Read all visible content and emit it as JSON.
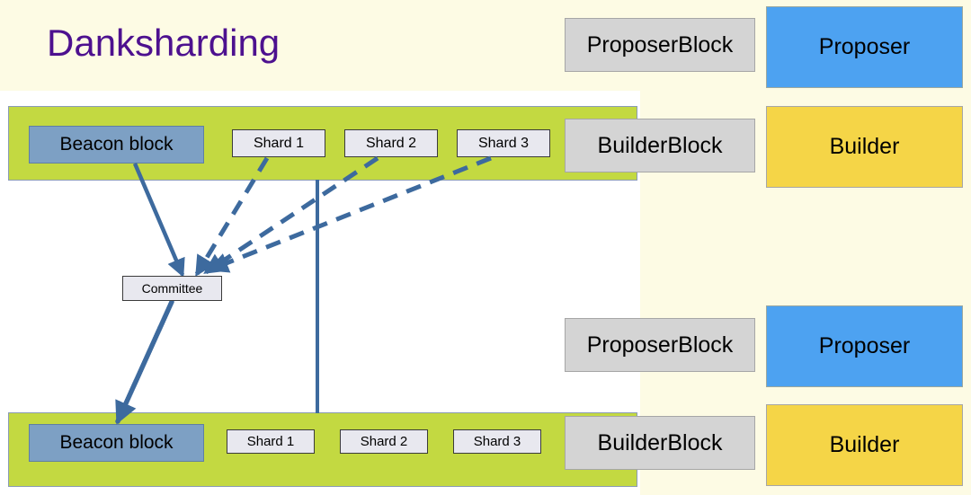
{
  "title": "Danksharding",
  "colors": {
    "title_text": "#4d118f",
    "cream_background": "#fdfbe4",
    "slot_row_green": "#c3d941",
    "beacon_block_blue": "#7da0c4",
    "shard_grey": "#e8e8ef",
    "block_grey": "#d4d4d4",
    "proposer_blue": "#4da2f1",
    "builder_yellow": "#f5d547",
    "arrow_blue": "#3d6a9e"
  },
  "slots": [
    {
      "name": "top-slot",
      "beacon_block_label": "Beacon block",
      "shards": [
        "Shard 1",
        "Shard 2",
        "Shard 3"
      ],
      "proposer_block_label": "ProposerBlock",
      "proposer_label": "Proposer",
      "builder_block_label": "BuilderBlock",
      "builder_label": "Builder"
    },
    {
      "name": "bottom-slot",
      "beacon_block_label": "Beacon block",
      "shards": [
        "Shard 1",
        "Shard 2",
        "Shard 3"
      ],
      "proposer_block_label": "ProposerBlock",
      "proposer_label": "Proposer",
      "builder_block_label": "BuilderBlock",
      "builder_label": "Builder"
    }
  ],
  "committee": {
    "label": "Committee"
  },
  "edges": [
    {
      "name": "beacon-to-committee",
      "style": "solid",
      "from": "top beacon block",
      "to": "committee"
    },
    {
      "name": "shard1-to-committee",
      "style": "dashed",
      "from": "top Shard 1",
      "to": "committee"
    },
    {
      "name": "shard2-to-committee",
      "style": "dashed",
      "from": "top Shard 2",
      "to": "committee"
    },
    {
      "name": "shard3-to-committee",
      "style": "dashed",
      "from": "top Shard 3",
      "to": "committee"
    },
    {
      "name": "committee-to-beacon",
      "style": "dotted",
      "from": "committee",
      "to": "bottom beacon block"
    },
    {
      "name": "slot-connector",
      "style": "solid",
      "from": "top slot row",
      "to": "bottom slot row"
    }
  ]
}
